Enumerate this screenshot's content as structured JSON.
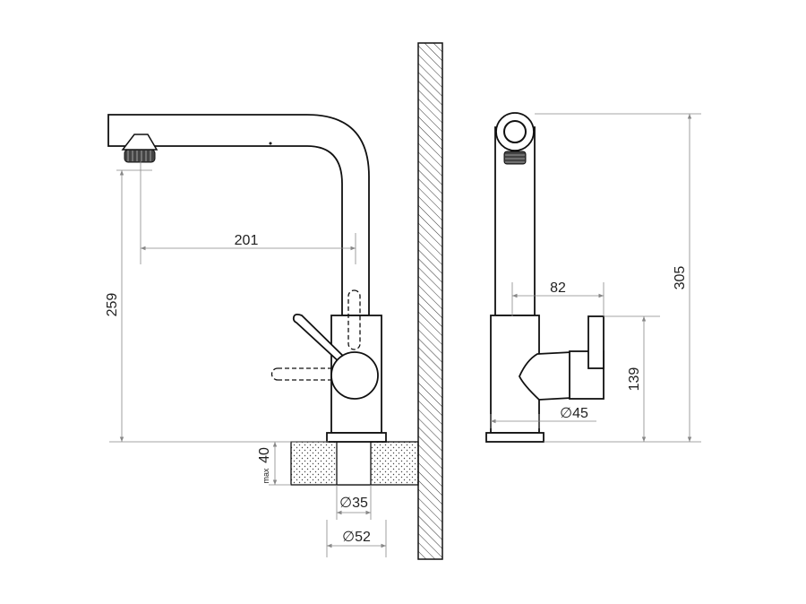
{
  "dimensions": {
    "spout_reach": "201",
    "spout_height": "259",
    "counter_max_label": "max",
    "counter_max_value": "40",
    "hole_diameter": "∅35",
    "base_diameter": "∅52",
    "overall_height": "305",
    "lever_depth": "82",
    "lever_height": "139",
    "body_diameter": "∅45"
  }
}
